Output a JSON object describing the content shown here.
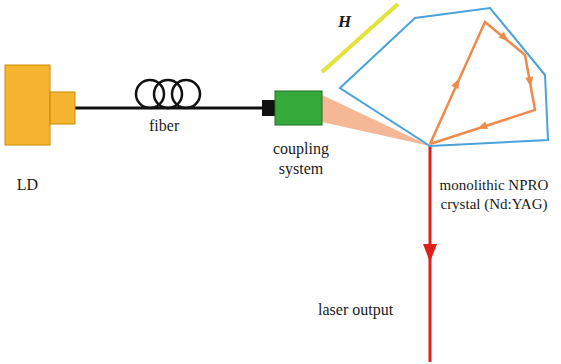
{
  "diagram": {
    "nodes": [
      {
        "text": [
          "LD"
        ]
      },
      {
        "text": [
          "coupling system"
        ]
      },
      {
        "text": [
          "monolithic NPRO crystal (Nd:YAG)"
        ]
      }
    ],
    "edges": [
      {
        "from": 0,
        "to": 1,
        "arrow": "none",
        "label": "fiber"
      }
    ],
    "labels": [
      "H",
      "laser output"
    ]
  }
}
